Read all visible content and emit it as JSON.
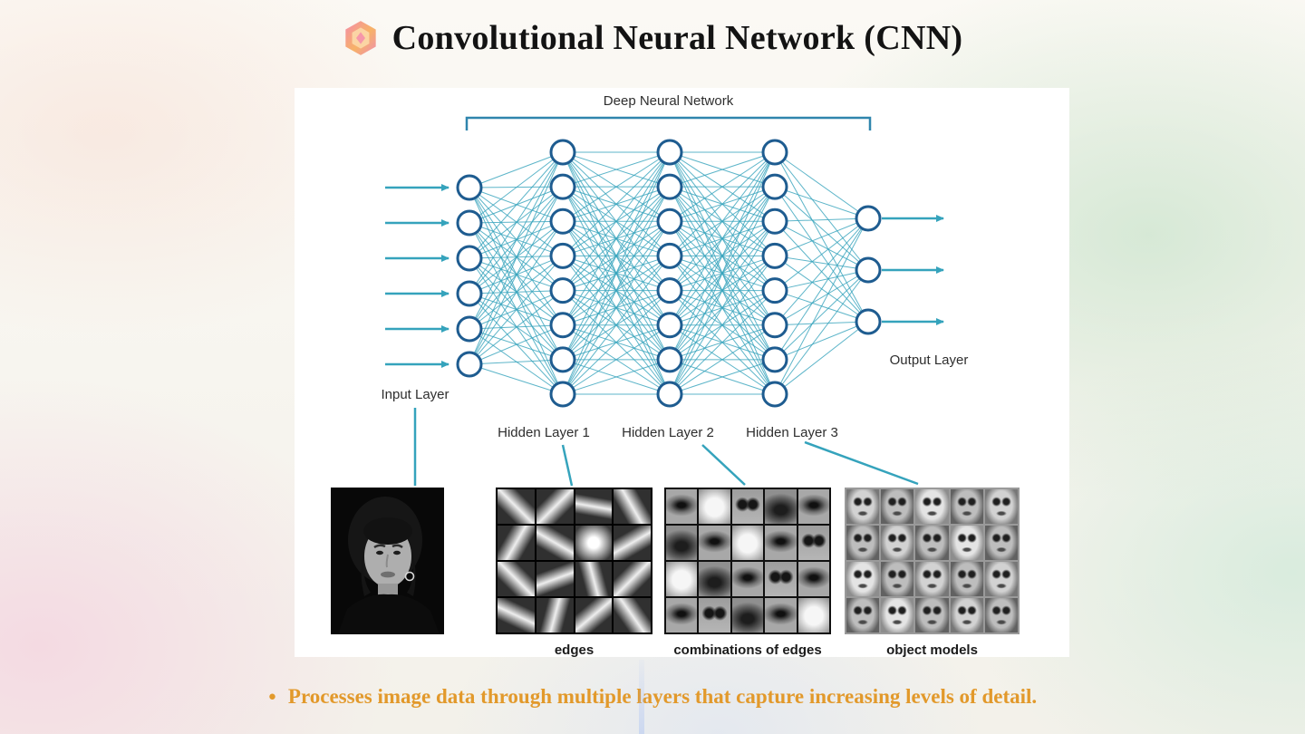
{
  "slide": {
    "title": "Convolutional Neural Network (CNN)",
    "title_icon": "gem-icon",
    "bullet_marker": "●",
    "bullet": "Processes image data through multiple layers that capture increasing levels of detail.",
    "colors": {
      "accent": "#e2992b",
      "title_text": "#131313"
    }
  },
  "diagram": {
    "top_label": "Deep Neural Network",
    "edge_color": "#35a3bc",
    "node_stroke": "#1e5c90",
    "layers": [
      {
        "label": "Input Layer",
        "nodes": 6
      },
      {
        "label": "Hidden Layer 1",
        "nodes": 8
      },
      {
        "label": "Hidden Layer 2",
        "nodes": 8
      },
      {
        "label": "Hidden Layer 3",
        "nodes": 8
      },
      {
        "label": "Output Layer",
        "nodes": 3
      }
    ],
    "images": [
      {
        "name": "input-photo",
        "caption": ""
      },
      {
        "name": "edge-filters",
        "caption": "edges"
      },
      {
        "name": "edge-combinations",
        "caption": "combinations of edges"
      },
      {
        "name": "object-models",
        "caption": "object models"
      }
    ]
  }
}
